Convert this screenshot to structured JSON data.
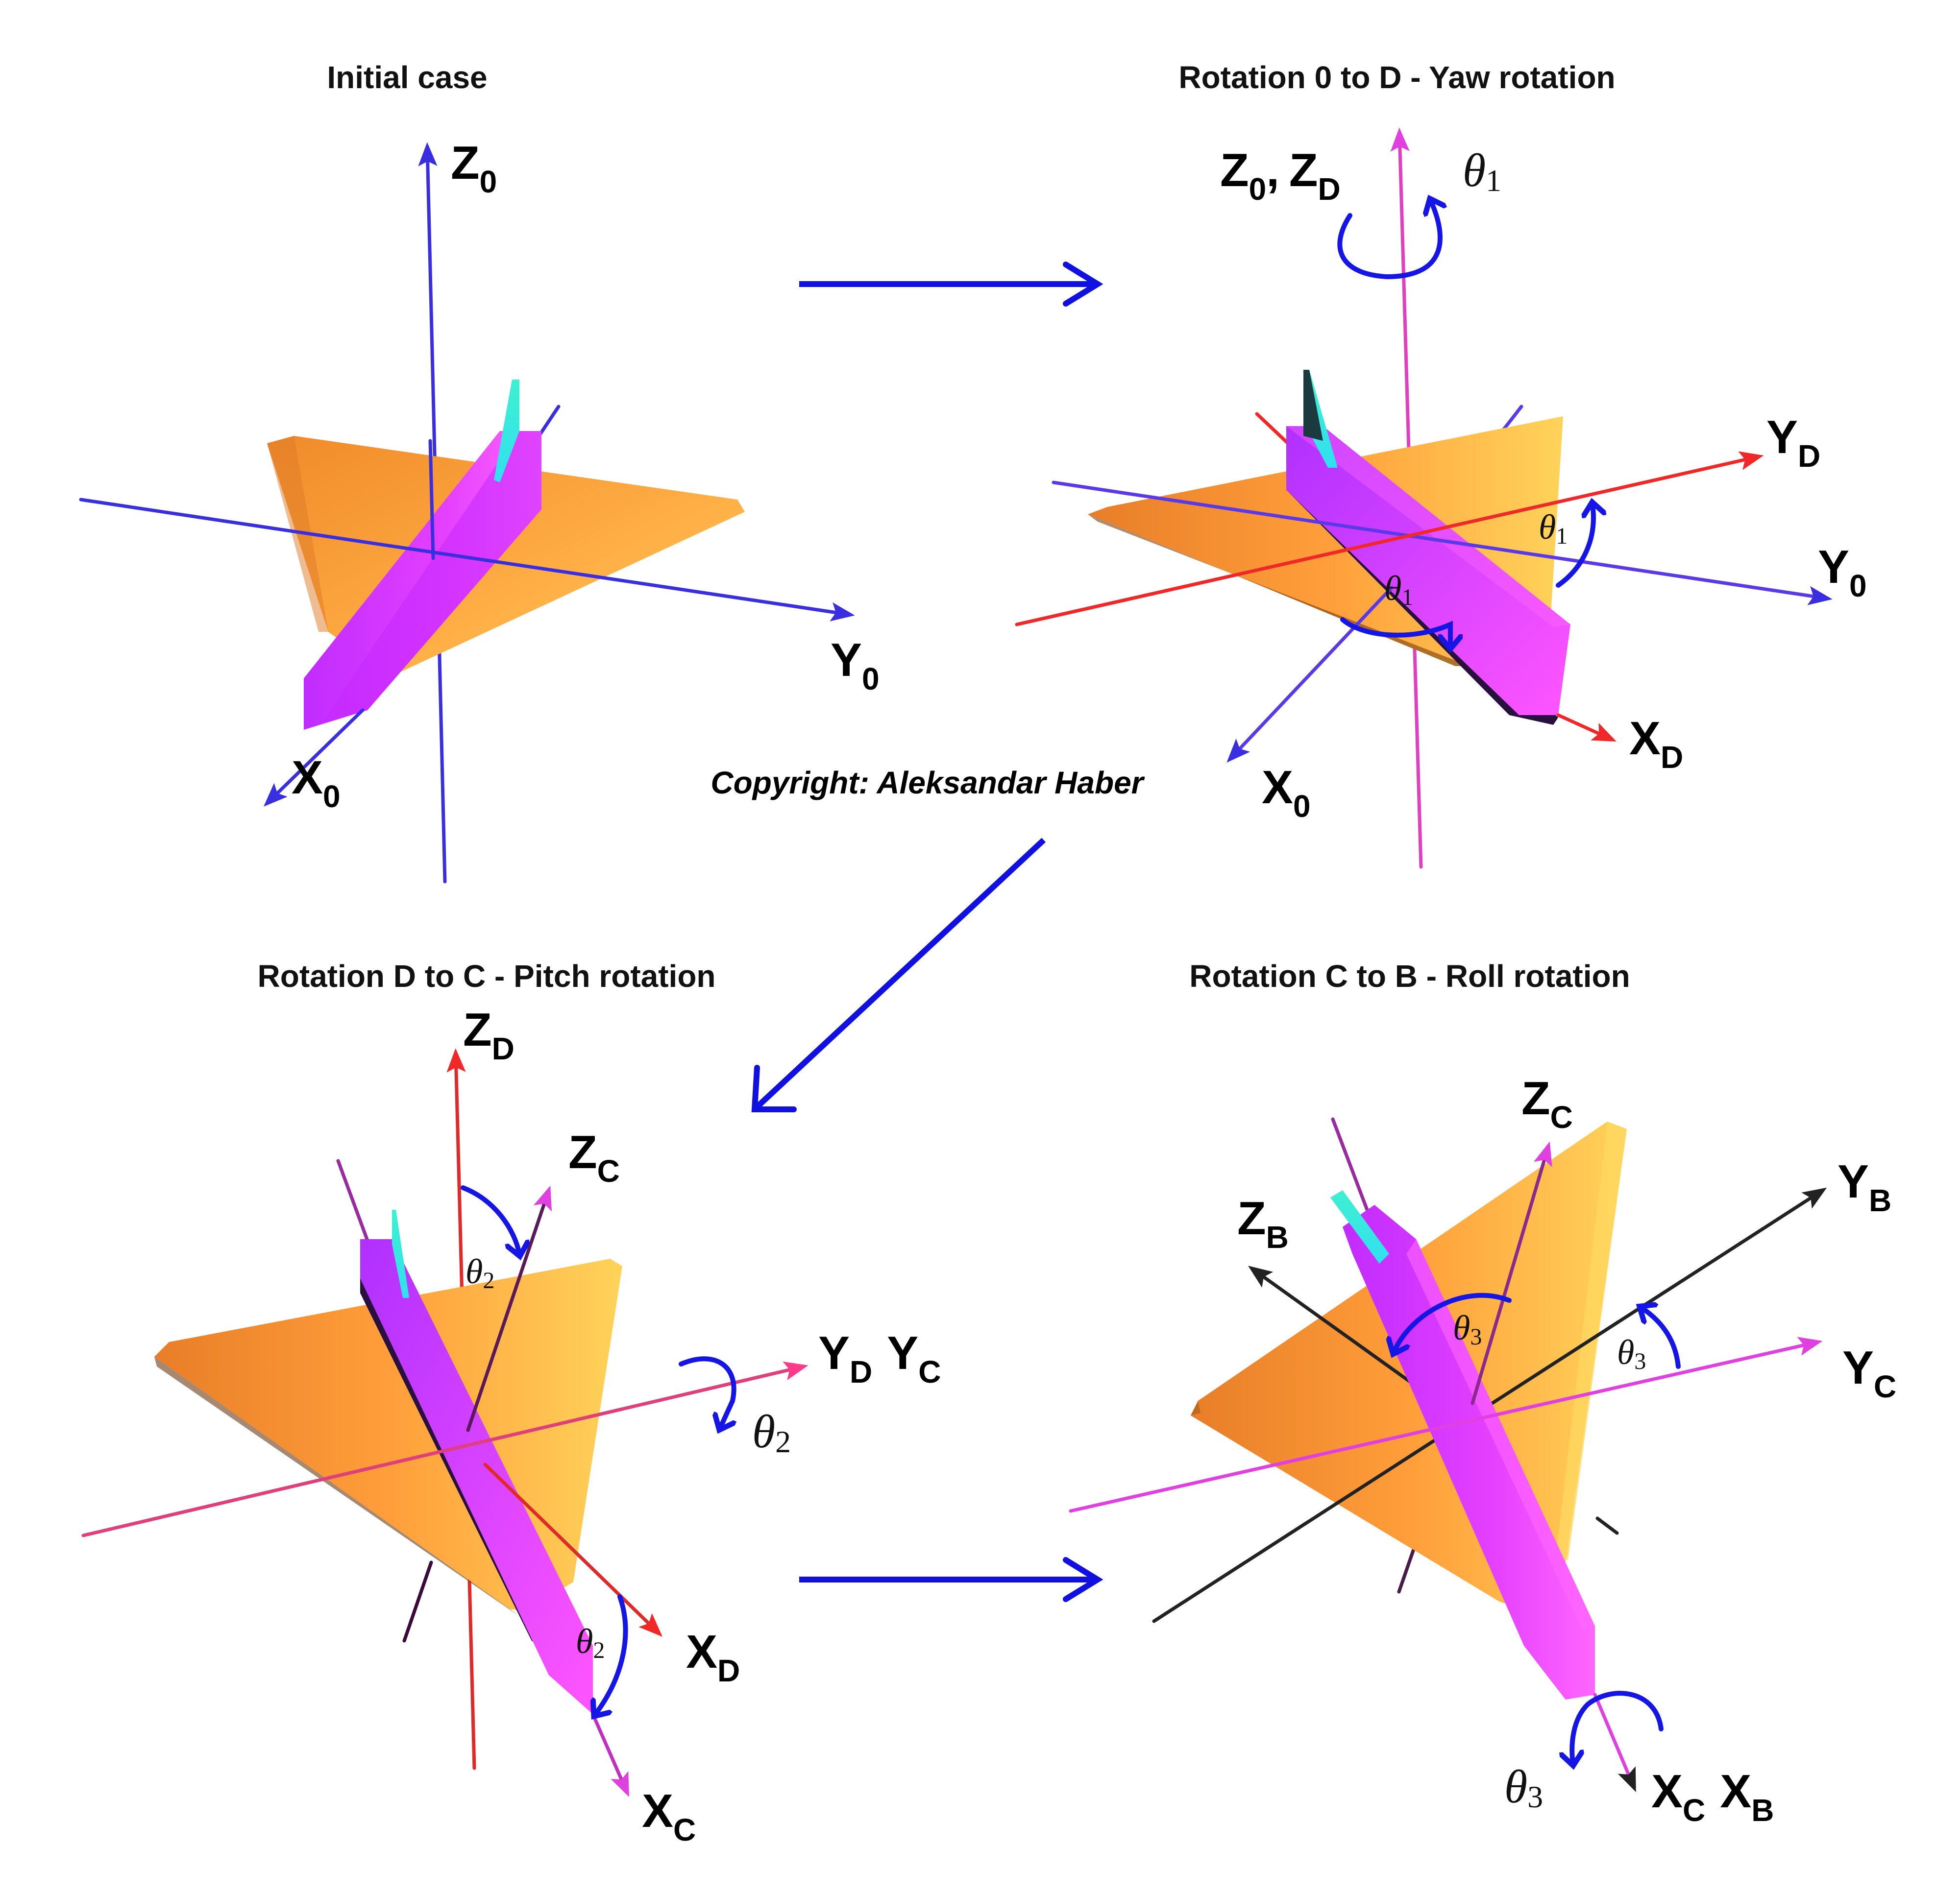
{
  "copyright": "Copyright: Aleksandar Haber",
  "colors": {
    "frame_0": "#3a2fe0",
    "frame_D": "#f03030",
    "frame_C": "#e040e0",
    "frame_B": "#222222",
    "z_axis_D_panel": "#e040c0",
    "flow_arrow": "#1010e0",
    "rotation_arrow": "#1515e5",
    "wing": "#ffa93a",
    "fuselage": "#cc33ff",
    "tail_fin": "#3fe8c8"
  },
  "panels": [
    {
      "id": "initial",
      "title": "Initial case",
      "axes": [
        {
          "name": "Z",
          "sub": "0"
        },
        {
          "name": "Y",
          "sub": "0"
        },
        {
          "name": "X",
          "sub": "0"
        }
      ]
    },
    {
      "id": "yaw",
      "title": "Rotation 0 to D - Yaw rotation",
      "axes": [
        {
          "name": "Z",
          "sub": "0",
          "name2": "Z",
          "sub2": "D",
          "separator": ","
        },
        {
          "name": "Y",
          "sub": "D"
        },
        {
          "name": "Y",
          "sub": "0"
        },
        {
          "name": "X",
          "sub": "D"
        },
        {
          "name": "X",
          "sub": "0"
        }
      ],
      "angle": {
        "symbol": "θ",
        "sub": "1"
      }
    },
    {
      "id": "pitch",
      "title": "Rotation D to C - Pitch rotation",
      "axes": [
        {
          "name": "Z",
          "sub": "D"
        },
        {
          "name": "Z",
          "sub": "C"
        },
        {
          "name": "Y",
          "sub": "D",
          "name2": "Y",
          "sub2": "C"
        },
        {
          "name": "X",
          "sub": "D"
        },
        {
          "name": "X",
          "sub": "C"
        }
      ],
      "angle": {
        "symbol": "θ",
        "sub": "2"
      }
    },
    {
      "id": "roll",
      "title": "Rotation C to B - Roll rotation",
      "axes": [
        {
          "name": "Z",
          "sub": "C"
        },
        {
          "name": "Z",
          "sub": "B"
        },
        {
          "name": "Y",
          "sub": "B"
        },
        {
          "name": "Y",
          "sub": "C"
        },
        {
          "name": "X",
          "sub": "C",
          "name2": "X",
          "sub2": "B"
        }
      ],
      "angle": {
        "symbol": "θ",
        "sub": "3"
      }
    }
  ]
}
